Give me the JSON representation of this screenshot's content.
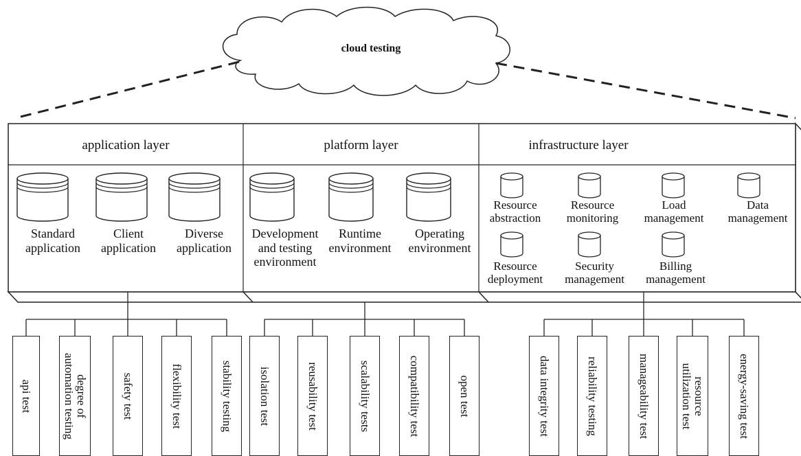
{
  "cloud": {
    "title": "cloud testing"
  },
  "layers": [
    {
      "title": "application layer"
    },
    {
      "title": "platform layer"
    },
    {
      "title": "infrastructure layer"
    }
  ],
  "application_items": [
    {
      "line1": "Standard",
      "line2": "application"
    },
    {
      "line1": "Client",
      "line2": "application"
    },
    {
      "line1": "Diverse",
      "line2": "application"
    }
  ],
  "platform_items": [
    {
      "line1": "Development",
      "line2": "and testing",
      "line3": "environment"
    },
    {
      "line1": "Runtime",
      "line2": "environment"
    },
    {
      "line1": "Operating",
      "line2": "environment"
    }
  ],
  "infrastructure_items": [
    {
      "line1": "Resource",
      "line2": "abstraction"
    },
    {
      "line1": "Resource",
      "line2": "monitoring"
    },
    {
      "line1": "Load",
      "line2": "management"
    },
    {
      "line1": "Data",
      "line2": "management"
    },
    {
      "line1": "Resource",
      "line2": "deployment"
    },
    {
      "line1": "Security",
      "line2": "management"
    },
    {
      "line1": "Billing",
      "line2": "management"
    }
  ],
  "application_tests": [
    {
      "line1": "api test"
    },
    {
      "line1": "degree of",
      "line2": "automation testing"
    },
    {
      "line1": "safety test"
    },
    {
      "line1": "flexibility test"
    },
    {
      "line1": "stability testing"
    }
  ],
  "platform_tests": [
    {
      "line1": "isolation test"
    },
    {
      "line1": "reusability test"
    },
    {
      "line1": "scalability tests"
    },
    {
      "line1": "compatibility test"
    },
    {
      "line1": "open test"
    }
  ],
  "infrastructure_tests": [
    {
      "line1": "data integrity test"
    },
    {
      "line1": "reliability testing"
    },
    {
      "line1": "manageability test"
    },
    {
      "line1": "resource",
      "line2": "utilization test"
    },
    {
      "line1": "energy-saving test"
    }
  ]
}
